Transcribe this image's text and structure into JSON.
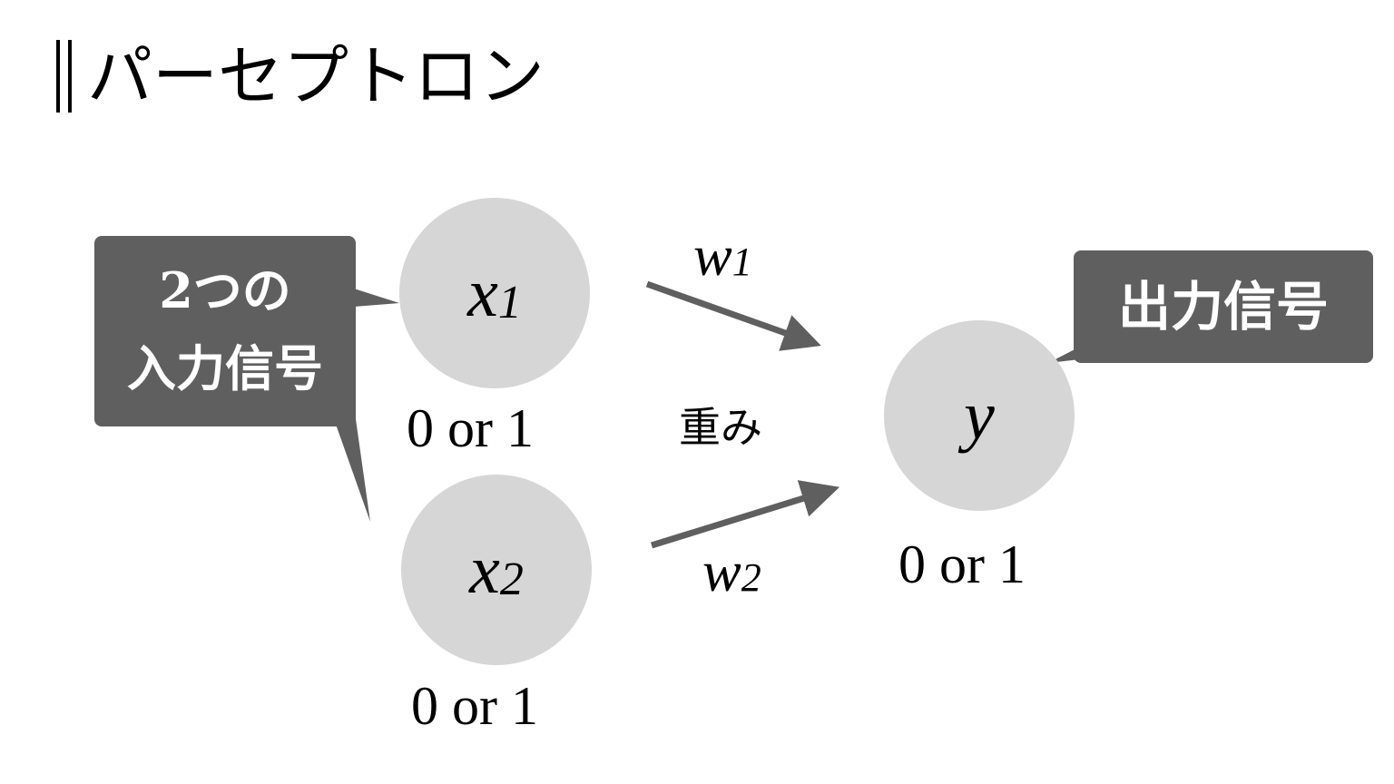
{
  "title": "パーセプトロン",
  "title_marker": "‖",
  "colors": {
    "node_fill": "#d6d6d6",
    "callout_fill": "#5f5f5f",
    "arrow": "#5f5f5f",
    "text": "#000000",
    "callout_text": "#ffffff"
  },
  "nodes": {
    "x1": {
      "symbol": "x",
      "subscript": "1",
      "value_label": "0 or 1"
    },
    "x2": {
      "symbol": "x",
      "subscript": "2",
      "value_label": "0 or 1"
    },
    "y": {
      "symbol": "y",
      "value_label": "0 or 1"
    }
  },
  "weights": {
    "w1": {
      "symbol": "w",
      "subscript": "1"
    },
    "w2": {
      "symbol": "w",
      "subscript": "2"
    },
    "label": "重み"
  },
  "callouts": {
    "inputs": {
      "line1": "2つの",
      "line2": "入力信号"
    },
    "output": {
      "text": "出力信号"
    }
  },
  "edges": [
    {
      "from": "x1",
      "to": "y",
      "weight": "w1"
    },
    {
      "from": "x2",
      "to": "y",
      "weight": "w2"
    }
  ]
}
